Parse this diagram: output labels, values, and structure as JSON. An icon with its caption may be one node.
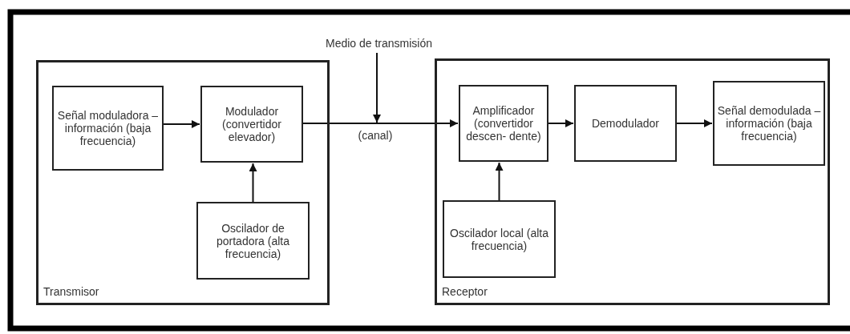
{
  "diagram": {
    "nodes": [
      {
        "text": [
          "Transmisor"
        ]
      },
      {
        "text": [
          "Señal moduladora – información (baja frecuencia)"
        ],
        "in": 0
      },
      {
        "text": [
          "Modulador (convertidor elevador)"
        ],
        "in": 0
      },
      {
        "text": [
          "Oscilador de portadora (alta frecuencia)"
        ],
        "in": 0
      },
      {
        "text": [
          "Receptor"
        ]
      },
      {
        "text": [
          "Amplificador (convertidor descen- dente)"
        ],
        "in": 4
      },
      {
        "text": [
          "Demodulador"
        ],
        "in": 4
      },
      {
        "text": [
          "Señal demodulada – información (baja frecuencia)"
        ],
        "in": 4
      },
      {
        "text": [
          "Oscilador local (alta frecuencia)"
        ],
        "in": 4
      },
      {
        "text": [
          "Medio de transmisión"
        ]
      }
    ],
    "edges": [
      {
        "from": 1,
        "to": 2,
        "arrow": "to"
      },
      {
        "from": 3,
        "to": 2,
        "arrow": "to"
      },
      {
        "from": 2,
        "to": 5,
        "arrow": "to",
        "label": "(canal)"
      },
      {
        "from": 9,
        "to": null,
        "arrow": "to"
      },
      {
        "from": 5,
        "to": 6,
        "arrow": "to"
      },
      {
        "from": 6,
        "to": 7,
        "arrow": "to"
      },
      {
        "from": 8,
        "to": 5,
        "arrow": "to"
      }
    ]
  }
}
